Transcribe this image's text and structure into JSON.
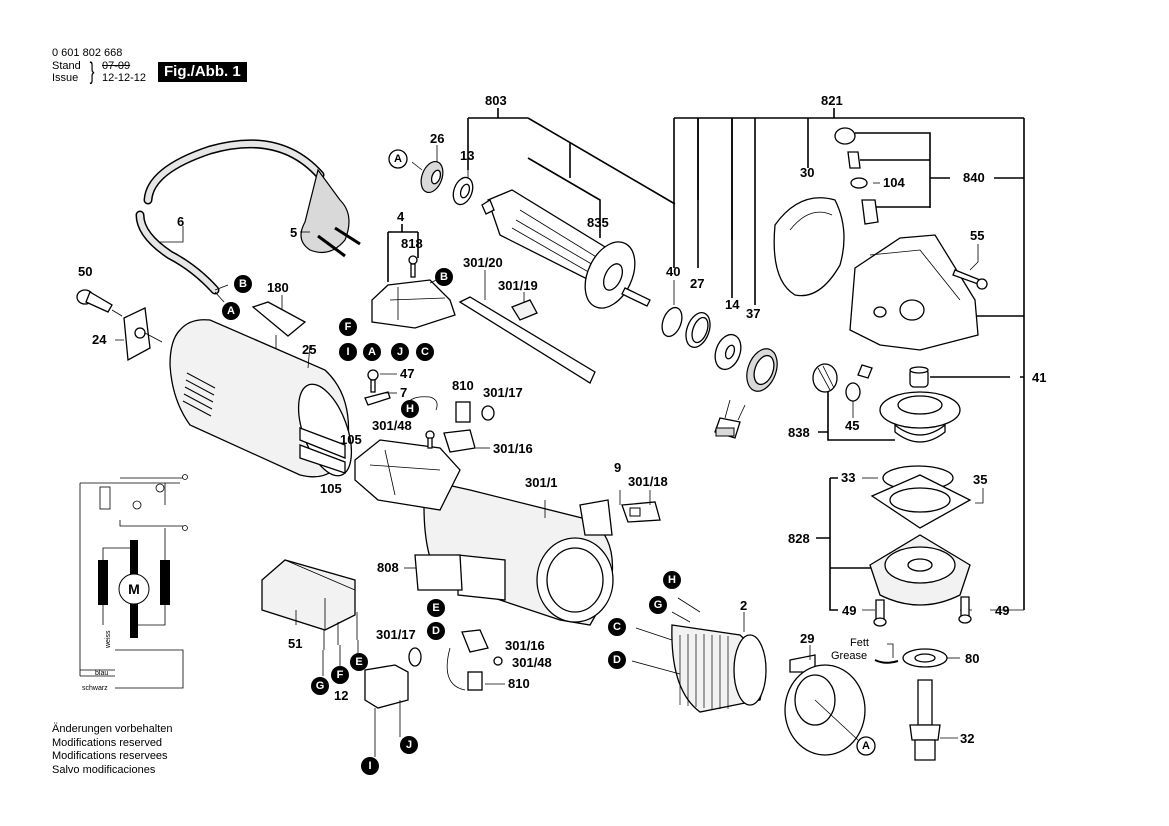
{
  "header": {
    "part_number": "0 601 802 668",
    "stand_label": "Stand",
    "issue_label": "Issue",
    "stand_old_value": "07-09",
    "issue_value": "12-12-12",
    "figure_label": "Fig./Abb. 1"
  },
  "footer": {
    "lines": [
      "Änderungen vorbehalten",
      "Modifications reserved",
      "Modifications reservees",
      "Salvo modificaciones"
    ]
  },
  "wiring": {
    "motor_label": "M",
    "wire_labels": [
      "weiss",
      "blau",
      "schwarz"
    ]
  },
  "grease_note": {
    "de": "Fett",
    "en": "Grease"
  },
  "part_labels": {
    "p803": "803",
    "p821": "821",
    "p26": "26",
    "p13": "13",
    "p835": "835",
    "p30": "30",
    "p104": "104",
    "p840": "840",
    "p55": "55",
    "p6": "6",
    "p5": "5",
    "p4": "4",
    "p818": "818",
    "p50": "50",
    "p180": "180",
    "p301_20": "301/20",
    "p301_19": "301/19",
    "p40": "40",
    "p27": "27",
    "p14": "14",
    "p37": "37",
    "p24": "24",
    "p25": "25",
    "p47": "47",
    "p7": "7",
    "p810a": "810",
    "p301_17a": "301/17",
    "p301_48a": "301/48",
    "p301_16a": "301/16",
    "p105a": "105",
    "p105b": "105",
    "p41": "41",
    "p838": "838",
    "p45": "45",
    "p9": "9",
    "p301_1": "301/1",
    "p301_18": "301/18",
    "p33": "33",
    "p35": "35",
    "p828": "828",
    "p808": "808",
    "p2": "2",
    "p49a": "49",
    "p49b": "49",
    "p51": "51",
    "p301_17b": "301/17",
    "p301_16b": "301/16",
    "p301_48b": "301/48",
    "p810b": "810",
    "p12": "12",
    "p29": "29",
    "p80": "80",
    "p32": "32"
  },
  "connectors": {
    "A": "A",
    "B": "B",
    "C": "C",
    "D": "D",
    "E": "E",
    "F": "F",
    "G": "G",
    "H": "H",
    "I": "I",
    "J": "J"
  },
  "reference_markers": {
    "A": "A"
  }
}
